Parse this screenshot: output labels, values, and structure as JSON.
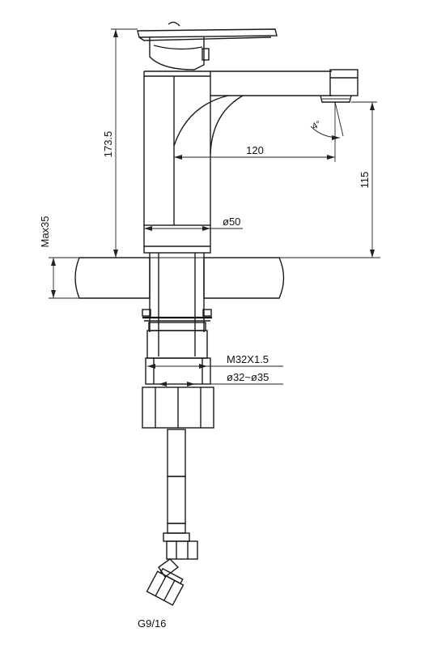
{
  "dimensions": {
    "overall_height": "173.5",
    "spout_reach": "120",
    "spout_height": "115",
    "base_diameter": "ø50",
    "max_deck_thickness": "Max35",
    "thread": "M32X1.5",
    "hole_diameter": "ø32~ø35",
    "spout_angle": "4°",
    "hose_connection": "G9/16"
  }
}
